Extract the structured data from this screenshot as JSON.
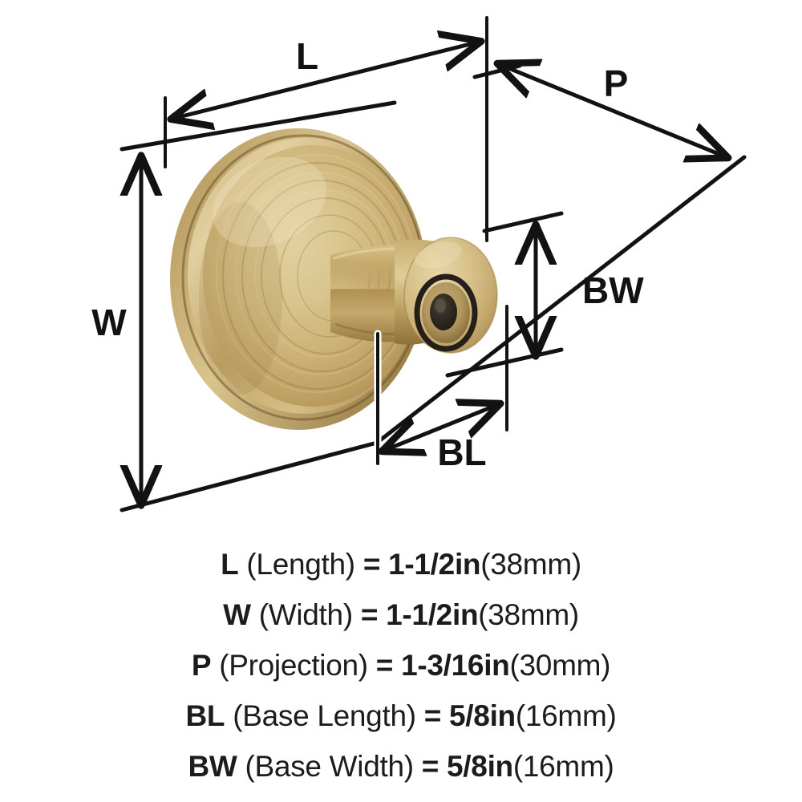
{
  "diagram": {
    "product": "cabinet-knob",
    "finish_name": "champagne bronze",
    "colors": {
      "gold_light": "#e0cb95",
      "gold_mid": "#cdb074",
      "gold_dark": "#a8874a",
      "gold_shadow": "#8d6f3a",
      "line": "#121212",
      "background": "#ffffff"
    },
    "dimension_markers": [
      {
        "key": "L",
        "label": "L",
        "orientation": "slanted-horizontal",
        "position": "top"
      },
      {
        "key": "W",
        "label": "W",
        "orientation": "vertical",
        "position": "left"
      },
      {
        "key": "P",
        "label": "P",
        "orientation": "slanted-depth",
        "position": "top-right"
      },
      {
        "key": "BW",
        "label": "BW",
        "orientation": "vertical",
        "position": "right"
      },
      {
        "key": "BL",
        "label": "BL",
        "orientation": "slanted-horizontal",
        "position": "bottom"
      }
    ]
  },
  "legend": {
    "rows": [
      {
        "symbol": "L",
        "name": "(Length)",
        "equals": "=",
        "imperial": "1-1/2in",
        "metric": "(38mm)"
      },
      {
        "symbol": "W",
        "name": "(Width)",
        "equals": "=",
        "imperial": "1-1/2in",
        "metric": "(38mm)"
      },
      {
        "symbol": "P",
        "name": "(Projection)",
        "equals": "=",
        "imperial": "1-3/16in",
        "metric": "(30mm)"
      },
      {
        "symbol": "BL",
        "name": "(Base Length)",
        "equals": "=",
        "imperial": "5/8in",
        "metric": "(16mm)"
      },
      {
        "symbol": "BW",
        "name": "(Base Width)",
        "equals": "=",
        "imperial": "5/8in",
        "metric": "(16mm)"
      }
    ]
  }
}
